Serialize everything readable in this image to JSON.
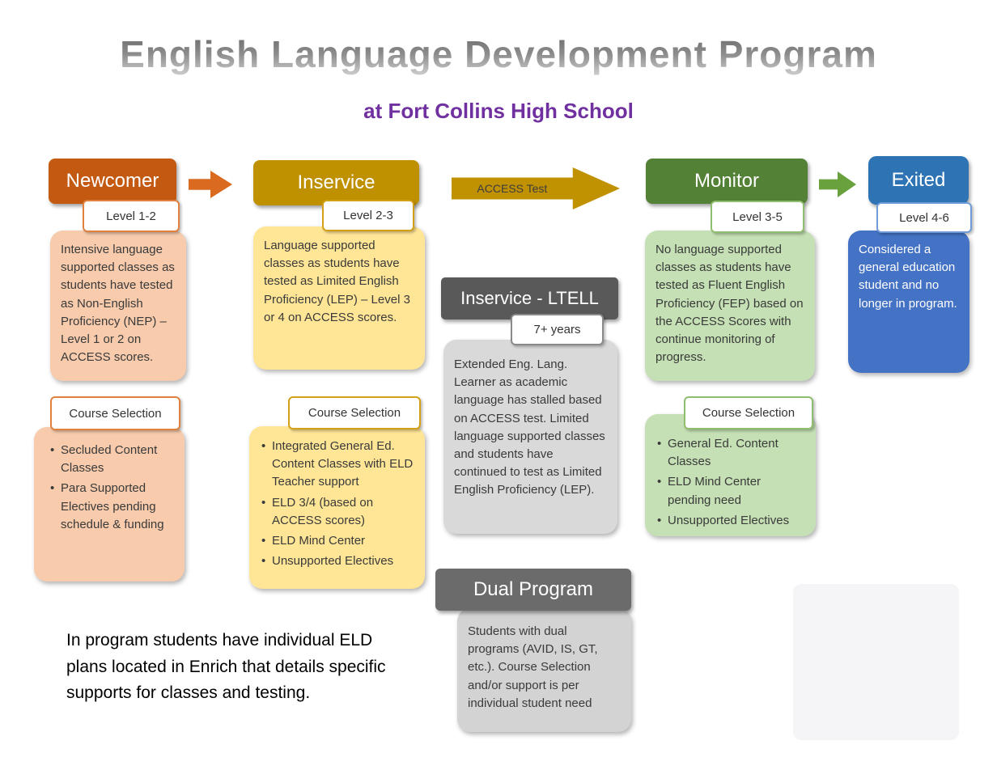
{
  "title": "English Language Development Program",
  "subtitle": "at Fort Collins High School",
  "access_arrow_label": "ACCESS Test",
  "newcomer": {
    "header": "Newcomer",
    "level": "Level 1-2",
    "description": "Intensive language supported classes as students have tested as Non-English Proficiency (NEP) – Level 1 or 2 on ACCESS scores.",
    "course_selection": "Course Selection",
    "courses": [
      "Secluded Content Classes",
      "Para Supported Electives pending schedule & funding"
    ]
  },
  "inservice": {
    "header": "Inservice",
    "level": "Level 2-3",
    "description": "Language supported classes as students have tested as Limited English Proficiency (LEP) – Level 3 or 4 on ACCESS scores.",
    "course_selection": "Course Selection",
    "courses": [
      "Integrated General Ed. Content Classes with ELD Teacher support",
      "ELD 3/4 (based on ACCESS scores)",
      "ELD Mind Center",
      "Unsupported Electives"
    ]
  },
  "ltell": {
    "header": "Inservice - LTELL",
    "badge": "7+ years",
    "description": "Extended Eng. Lang. Learner as academic language has stalled based on ACCESS test. Limited language supported classes and students have continued to test as Limited English Proficiency (LEP)."
  },
  "dual": {
    "header": "Dual Program",
    "description": "Students with dual programs (AVID, IS, GT, etc.). Course Selection and/or support is per individual student need"
  },
  "monitor": {
    "header": "Monitor",
    "level": "Level 3-5",
    "description": "No language supported classes as students have tested as Fluent English Proficiency (FEP) based on the ACCESS Scores with continue monitoring of progress.",
    "course_selection": "Course Selection",
    "courses": [
      "General Ed. Content Classes",
      "ELD Mind Center pending need",
      "Unsupported Electives"
    ]
  },
  "exited": {
    "header": "Exited",
    "level": "Level 4-6",
    "description": "Considered a general education student and no longer in program."
  },
  "footer_note": "In program students have individual ELD plans located in Enrich that details specific supports for classes and testing.",
  "colors": {
    "newcomer_header": "#C45911",
    "newcomer_body": "#F7CBAC",
    "inservice_header": "#BF9000",
    "inservice_body": "#FFE596",
    "access_arrow": "#C09100",
    "monitor_header": "#538135",
    "monitor_body": "#C5E0B4",
    "exited_header": "#2E74B5",
    "exited_body": "#4472C4",
    "gray_header": "#595959",
    "gray_body": "#D9D9D9",
    "subtitle": "#7030A0"
  }
}
